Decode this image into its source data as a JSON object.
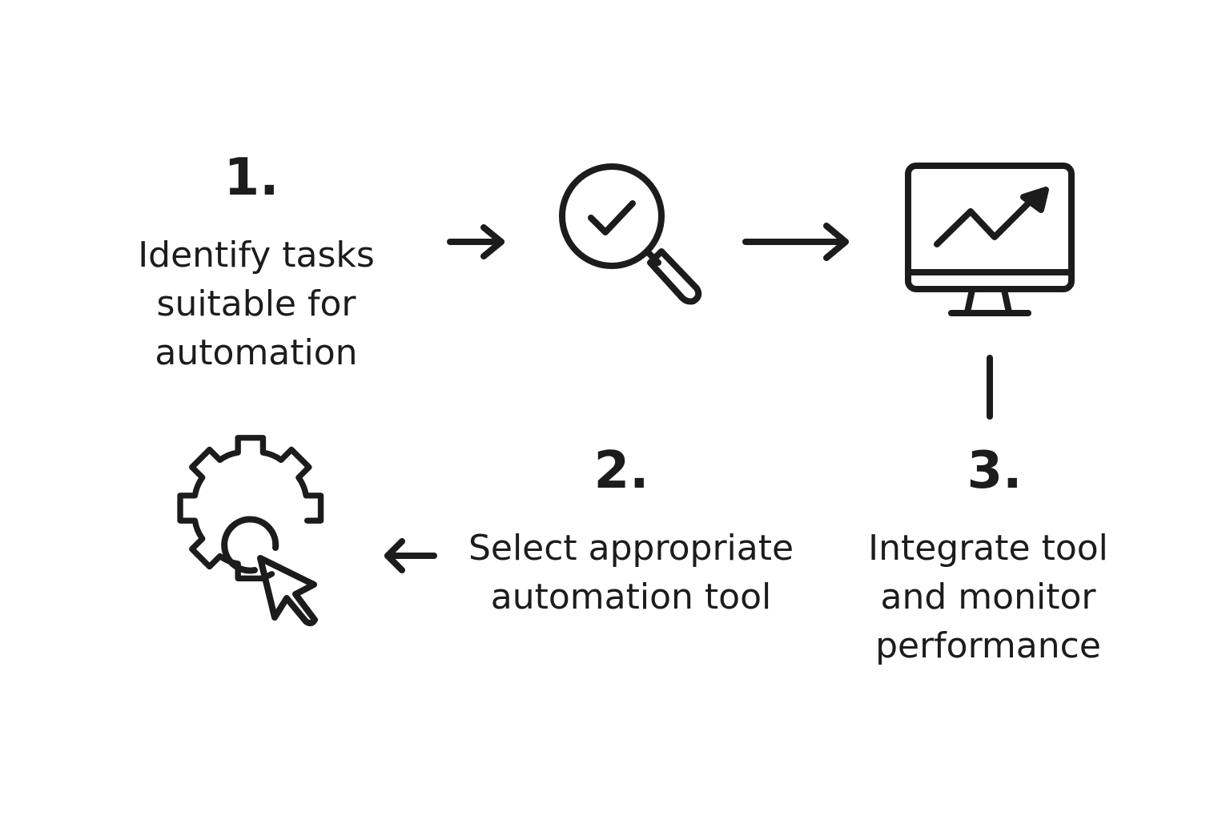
{
  "colors": {
    "ink": "#1c1c1c",
    "background": "#ffffff"
  },
  "steps": [
    {
      "number": "1.",
      "lines": [
        "Identify tasks",
        "suitable for",
        "automation"
      ],
      "icon": "magnifier-check-icon"
    },
    {
      "number": "2.",
      "lines": [
        "Select appropriate",
        "automation tool"
      ],
      "icon": "gear-cursor-icon"
    },
    {
      "number": "3.",
      "lines": [
        "Integrate tool",
        "and monitor",
        "performance"
      ],
      "icon": "monitor-trend-icon"
    }
  ],
  "connectors": [
    "arrow-right",
    "arrow-right",
    "vertical-line",
    "arrow-left"
  ]
}
